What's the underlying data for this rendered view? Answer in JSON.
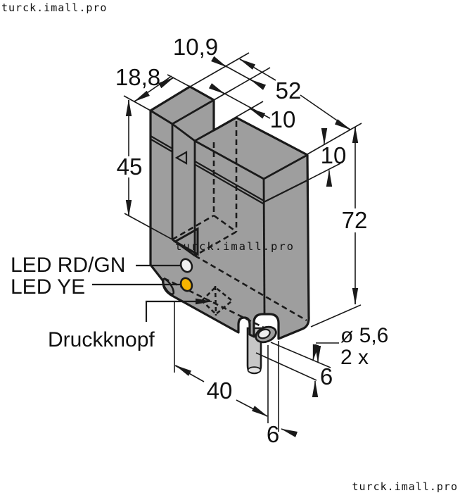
{
  "watermarks": {
    "top_left": "turck.imall.pro",
    "on_body": "turck.imall.pro",
    "bottom_right": "turck.imall.pro"
  },
  "dimensions": {
    "prong_width": "10,9",
    "housing_depth": "18,8",
    "overall_width": "52",
    "slot_width": "10",
    "beam_offset": "10",
    "slot_depth": "45",
    "overall_height": "72",
    "hole_spacing": "40",
    "hole_diameter": "ø 5,6",
    "hole_count": "2 x",
    "hole_side_offset": "6",
    "hole_bottom_offset": "6"
  },
  "labels": {
    "led_red_green": "LED RD/GN",
    "led_yellow": "LED YE",
    "pushbutton": "Druckknopf"
  },
  "colors": {
    "body": "#9E9E9E",
    "outline": "#1A1A1A",
    "led_yellow": "#F6B400",
    "led_white": "#F0F0F0",
    "cable": "#C7C7C7",
    "cable_tip": "#E3E3E3",
    "hole_inner": "#EDEDED",
    "watermark": "#A9A9A9",
    "watermark_on_body": "#B6B6B6"
  }
}
